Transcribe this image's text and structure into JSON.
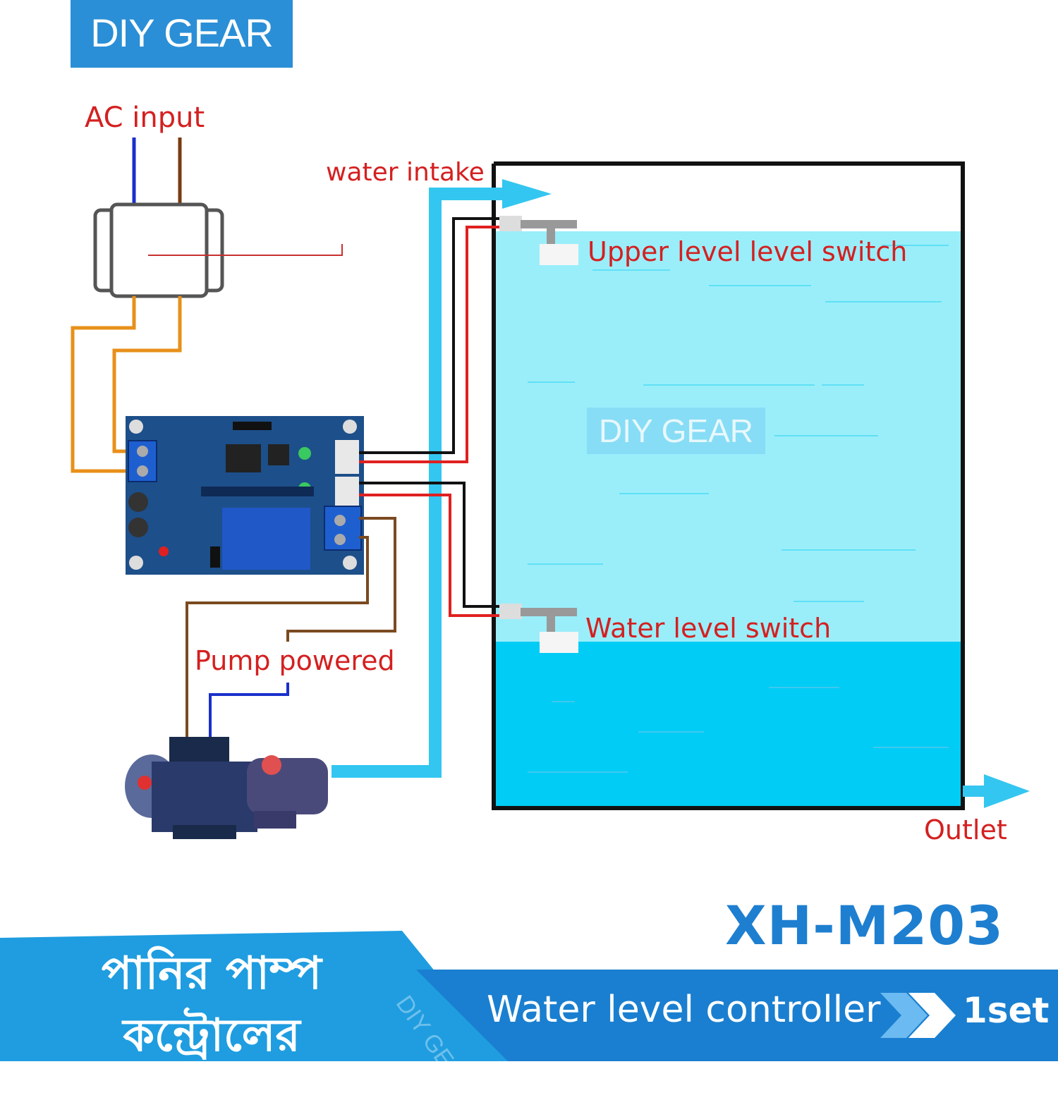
{
  "brand": {
    "logo_text": "DIY GEAR",
    "watermark_text": "DIY GEAR"
  },
  "labels": {
    "ac_input": "AC input",
    "water_intake": "water intake",
    "upper_switch": "Upper level level switch",
    "lower_switch": "Water level switch",
    "pump_powered": "Pump powered",
    "outlet": "Outlet"
  },
  "product": {
    "model": "XH-M203",
    "bangla_line1": "পানির পাম্প",
    "bangla_line2": "কন্ট্রোলের",
    "description": "Water level controller",
    "quantity": "1set"
  },
  "colors": {
    "brand_blue": "#2a8fd6",
    "label_red": "#d42020",
    "water_light": "#9aeefa",
    "water_dark": "#00ccf5",
    "pipe": "#33c6f0",
    "board": "#1d4f8a"
  }
}
